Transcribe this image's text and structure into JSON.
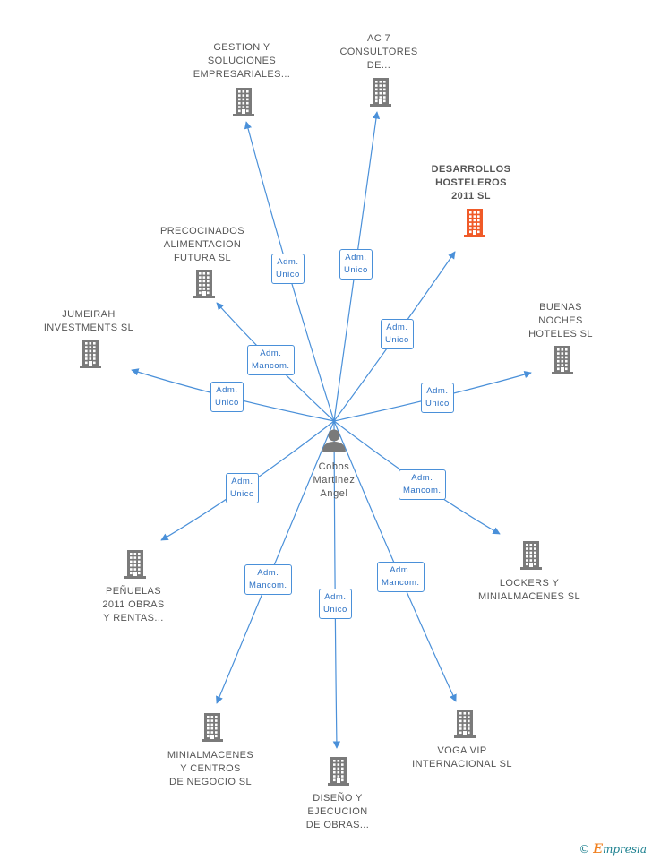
{
  "colors": {
    "edge": "#4a90d9",
    "building": "#7a7a7a",
    "building_highlight": "#f05a28",
    "person": "#7a7a7a"
  },
  "center": {
    "name_lines": [
      "Cobos",
      "Martinez",
      "Angel"
    ],
    "icon": "person-icon"
  },
  "nodes": [
    {
      "id": "gestion",
      "lines": [
        "GESTION Y",
        "SOLUCIONES",
        "EMPRESARIALES..."
      ],
      "icon": "building-icon",
      "highlight": false
    },
    {
      "id": "ac7",
      "lines": [
        "AC 7",
        "CONSULTORES",
        "DE..."
      ],
      "icon": "building-icon",
      "highlight": false
    },
    {
      "id": "desarrollos",
      "lines": [
        "DESARROLLOS",
        "HOSTELEROS",
        "2011 SL"
      ],
      "icon": "building-icon",
      "highlight": true
    },
    {
      "id": "precocinados",
      "lines": [
        "PRECOCINADOS",
        "ALIMENTACION",
        "FUTURA SL"
      ],
      "icon": "building-icon",
      "highlight": false
    },
    {
      "id": "jumeirah",
      "lines": [
        "JUMEIRAH",
        "INVESTMENTS SL"
      ],
      "icon": "building-icon",
      "highlight": false
    },
    {
      "id": "buenas",
      "lines": [
        "BUENAS",
        "NOCHES",
        "HOTELES SL"
      ],
      "icon": "building-icon",
      "highlight": false
    },
    {
      "id": "penuelas",
      "lines": [
        "PEÑUELAS",
        "2011 OBRAS",
        "Y RENTAS..."
      ],
      "icon": "building-icon",
      "highlight": false
    },
    {
      "id": "lockers",
      "lines": [
        "LOCKERS Y",
        "MINIALMACENES SL"
      ],
      "icon": "building-icon",
      "highlight": false
    },
    {
      "id": "minialmacenes",
      "lines": [
        "MINIALMACENES",
        "Y CENTROS",
        "DE NEGOCIO SL"
      ],
      "icon": "building-icon",
      "highlight": false
    },
    {
      "id": "diseno",
      "lines": [
        "DISEÑO Y",
        "EJECUCION",
        "DE OBRAS..."
      ],
      "icon": "building-icon",
      "highlight": false
    },
    {
      "id": "voga",
      "lines": [
        "VOGA VIP",
        "INTERNACIONAL SL"
      ],
      "icon": "building-icon",
      "highlight": false
    }
  ],
  "edges": [
    {
      "to": "gestion",
      "lines": [
        "Adm.",
        "Unico"
      ]
    },
    {
      "to": "ac7",
      "lines": [
        "Adm.",
        "Unico"
      ]
    },
    {
      "to": "desarrollos",
      "lines": [
        "Adm.",
        "Unico"
      ]
    },
    {
      "to": "precocinados",
      "lines": [
        "Adm.",
        "Mancom."
      ]
    },
    {
      "to": "jumeirah",
      "lines": [
        "Adm.",
        "Unico"
      ]
    },
    {
      "to": "buenas",
      "lines": [
        "Adm.",
        "Unico"
      ]
    },
    {
      "to": "penuelas",
      "lines": [
        "Adm.",
        "Unico"
      ]
    },
    {
      "to": "lockers",
      "lines": [
        "Adm.",
        "Mancom."
      ]
    },
    {
      "to": "minialmacenes",
      "lines": [
        "Adm.",
        "Mancom."
      ]
    },
    {
      "to": "diseno",
      "lines": [
        "Adm.",
        "Unico"
      ]
    },
    {
      "to": "voga",
      "lines": [
        "Adm.",
        "Mancom."
      ]
    }
  ],
  "footer": {
    "copyright": "©",
    "brand_initial": "E",
    "brand_rest": "mpresia"
  }
}
